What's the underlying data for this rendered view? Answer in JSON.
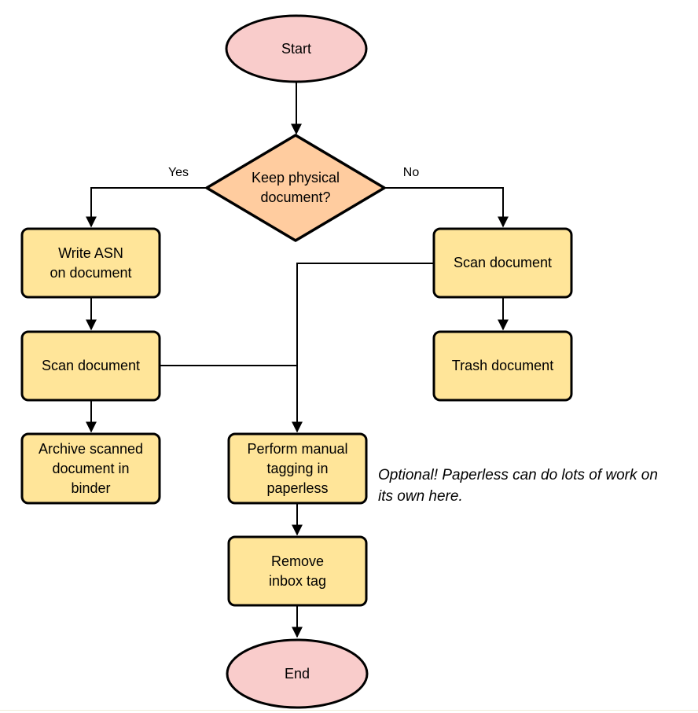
{
  "colors": {
    "terminal_fill": "#F9CCCB",
    "decision_fill": "#FFCC9F",
    "process_fill": "#FFE599",
    "stroke": "#000000"
  },
  "nodes": {
    "start": "Start",
    "decision": "Keep physical\ndocument?",
    "write_asn": "Write ASN\non document",
    "scan_left": "Scan document",
    "archive": "Archive scanned\ndocument in\nbinder",
    "scan_right": "Scan document",
    "trash": "Trash document",
    "tagging": "Perform manual\ntagging in\npaperless",
    "remove_inbox": "Remove\ninbox tag",
    "end": "End"
  },
  "edge_labels": {
    "yes": "Yes",
    "no": "No"
  },
  "edges": [
    {
      "from": "start",
      "to": "decision",
      "label": ""
    },
    {
      "from": "decision",
      "to": "write_asn",
      "label": "Yes"
    },
    {
      "from": "decision",
      "to": "scan_right",
      "label": "No"
    },
    {
      "from": "write_asn",
      "to": "scan_left",
      "label": ""
    },
    {
      "from": "scan_left",
      "to": "archive",
      "label": ""
    },
    {
      "from": "scan_left",
      "to": "tagging",
      "label": ""
    },
    {
      "from": "scan_right",
      "to": "trash",
      "label": ""
    },
    {
      "from": "scan_right",
      "to": "tagging",
      "label": ""
    },
    {
      "from": "tagging",
      "to": "remove_inbox",
      "label": ""
    },
    {
      "from": "remove_inbox",
      "to": "end",
      "label": ""
    }
  ],
  "annotation": "Optional! Paperless can do lots of work on\nits own here."
}
